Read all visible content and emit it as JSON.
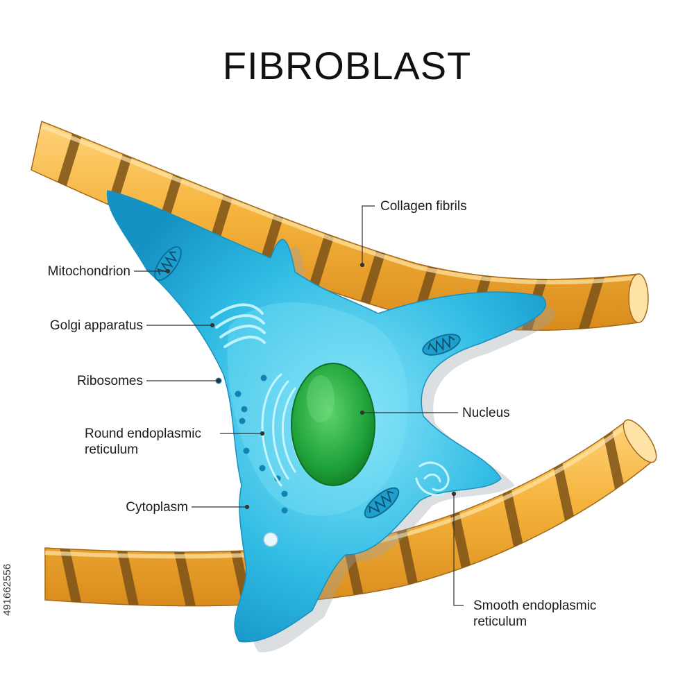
{
  "title": "FIBROBLAST",
  "labels": {
    "collagen_fibrils": "Collagen fibrils",
    "mitochondrion": "Mitochondrion",
    "golgi_apparatus": "Golgi apparatus",
    "ribosomes": "Ribosomes",
    "round_er_line1": "Round endoplasmic",
    "round_er_line2": "reticulum",
    "nucleus": "Nucleus",
    "cytoplasm": "Cytoplasm",
    "smooth_er_line1": "Smooth endoplasmic",
    "smooth_er_line2": "reticulum"
  },
  "image_id": "491662556",
  "colors": {
    "fibril": "#f3b13a",
    "fibril_band": "#8a5a1c",
    "cell": "#29b6e0",
    "cell_highlight": "#6fdcf5",
    "nucleus": "#1fa23a",
    "leader_line": "#333333"
  }
}
